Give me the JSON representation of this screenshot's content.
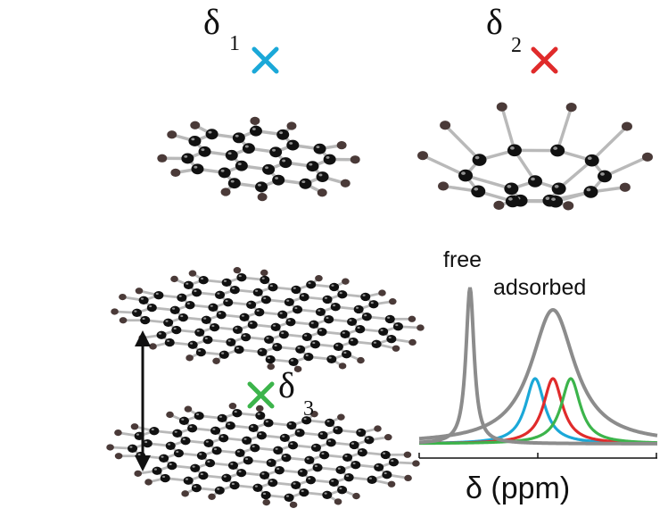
{
  "labels": {
    "site1": {
      "symbol": "δ",
      "subscript": "1"
    },
    "site2": {
      "symbol": "δ",
      "subscript": "2"
    },
    "site3": {
      "symbol": "δ",
      "subscript": "3"
    }
  },
  "markers": {
    "site1_color": "#1ba8d8",
    "site2_color": "#e02b2b",
    "site3_color": "#3cb44b"
  },
  "molecule_colors": {
    "atom": "#111111",
    "edge_atom": "#4a3a38",
    "bond": "#b9b9b9"
  },
  "spectrum": {
    "free_label": "free",
    "adsorbed_label": "adsorbed",
    "x_axis_title": "δ (ppm)",
    "series": [
      {
        "role": "free",
        "color": "#8c8c8c"
      },
      {
        "role": "adsorbed",
        "color": "#8c8c8c"
      },
      {
        "role": "site-1",
        "color": "#1ba8d8"
      },
      {
        "role": "site-2",
        "color": "#e02b2b"
      },
      {
        "role": "site-3",
        "color": "#3cb44b"
      }
    ]
  }
}
